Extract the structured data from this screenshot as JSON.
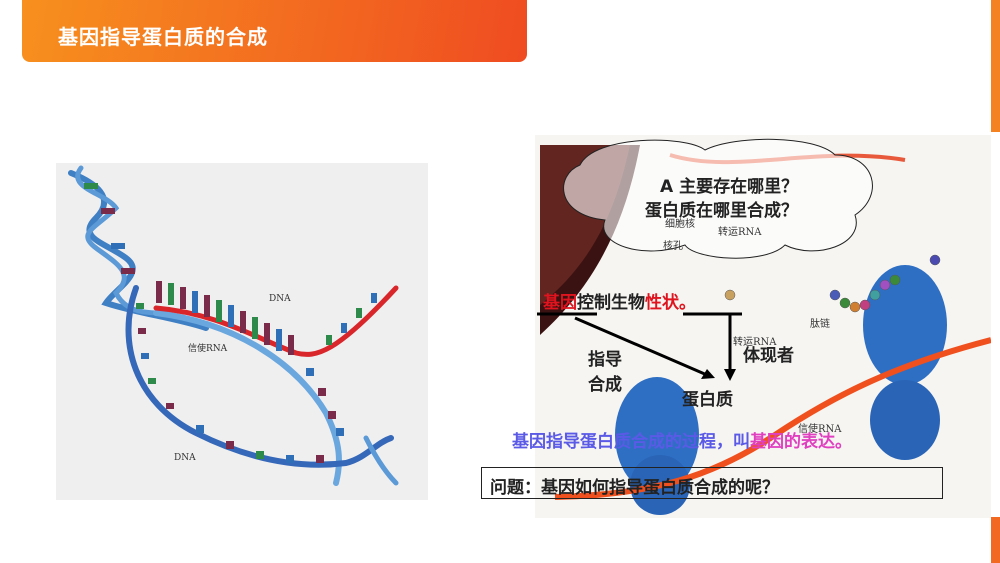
{
  "header": {
    "title": "基因指导蛋白质的合成"
  },
  "colors": {
    "header_start": "#f7901e",
    "header_end": "#ef4c21",
    "accent_red": "#e0141e",
    "accent_blue": "#5a5ae6",
    "accent_magenta": "#e040c0"
  },
  "left_figure": {
    "labels": {
      "dna_top": "DNA",
      "mrna": "信使RNA",
      "dna_bottom": "DNA"
    }
  },
  "right_figure": {
    "cloud": {
      "q1": "A 主要存在哪里？",
      "q2": "蛋白质在哪里合成？"
    },
    "labels": {
      "nucleus": "细胞核",
      "nuclear_pore": "核孔",
      "trna_top": "转运RNA",
      "peptide": "肽链",
      "trna_mid": "转运RNA",
      "mrna": "信使RNA"
    },
    "statement": {
      "gene": "基因",
      "middle": "控制生物",
      "trait": "性状。"
    },
    "guide": {
      "line1": "指导",
      "line2": "合成"
    },
    "embodier": "体现者",
    "protein": "蛋白质",
    "expression": {
      "part1": "基因指导蛋白质合成的过程，叫",
      "part2": "基因的表达。"
    },
    "question": "问题：基因如何指导蛋白质合成的呢？"
  }
}
